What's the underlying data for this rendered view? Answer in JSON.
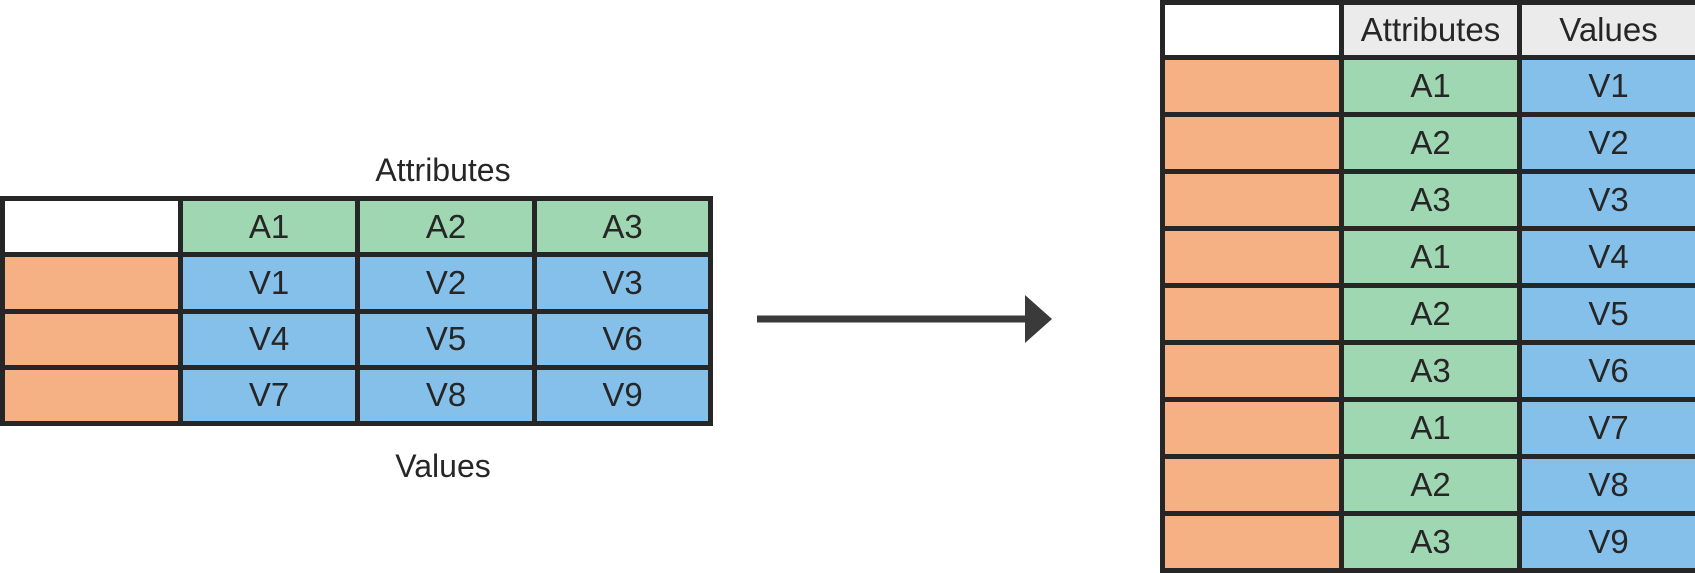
{
  "diagram_title": "unpivot-columns-transformation",
  "left_table": {
    "top_label": "Attributes",
    "bottom_label": "Values",
    "columns": [
      "A1",
      "A2",
      "A3"
    ],
    "rows": [
      [
        "V1",
        "V2",
        "V3"
      ],
      [
        "V4",
        "V5",
        "V6"
      ],
      [
        "V7",
        "V8",
        "V9"
      ]
    ]
  },
  "right_table": {
    "headers": [
      "Attributes",
      "Values"
    ],
    "rows": [
      [
        "A1",
        "V1"
      ],
      [
        "A2",
        "V2"
      ],
      [
        "A3",
        "V3"
      ],
      [
        "A1",
        "V4"
      ],
      [
        "A2",
        "V5"
      ],
      [
        "A3",
        "V6"
      ],
      [
        "A1",
        "V7"
      ],
      [
        "A2",
        "V8"
      ],
      [
        "A3",
        "V9"
      ]
    ]
  },
  "colors": {
    "orange_cell": "#F5B183",
    "green_cell": "#9ED7B2",
    "blue_cell": "#85C0EA",
    "header_gray": "#EBEBEB",
    "border": "#262626",
    "arrow": "#3A3A3A"
  }
}
